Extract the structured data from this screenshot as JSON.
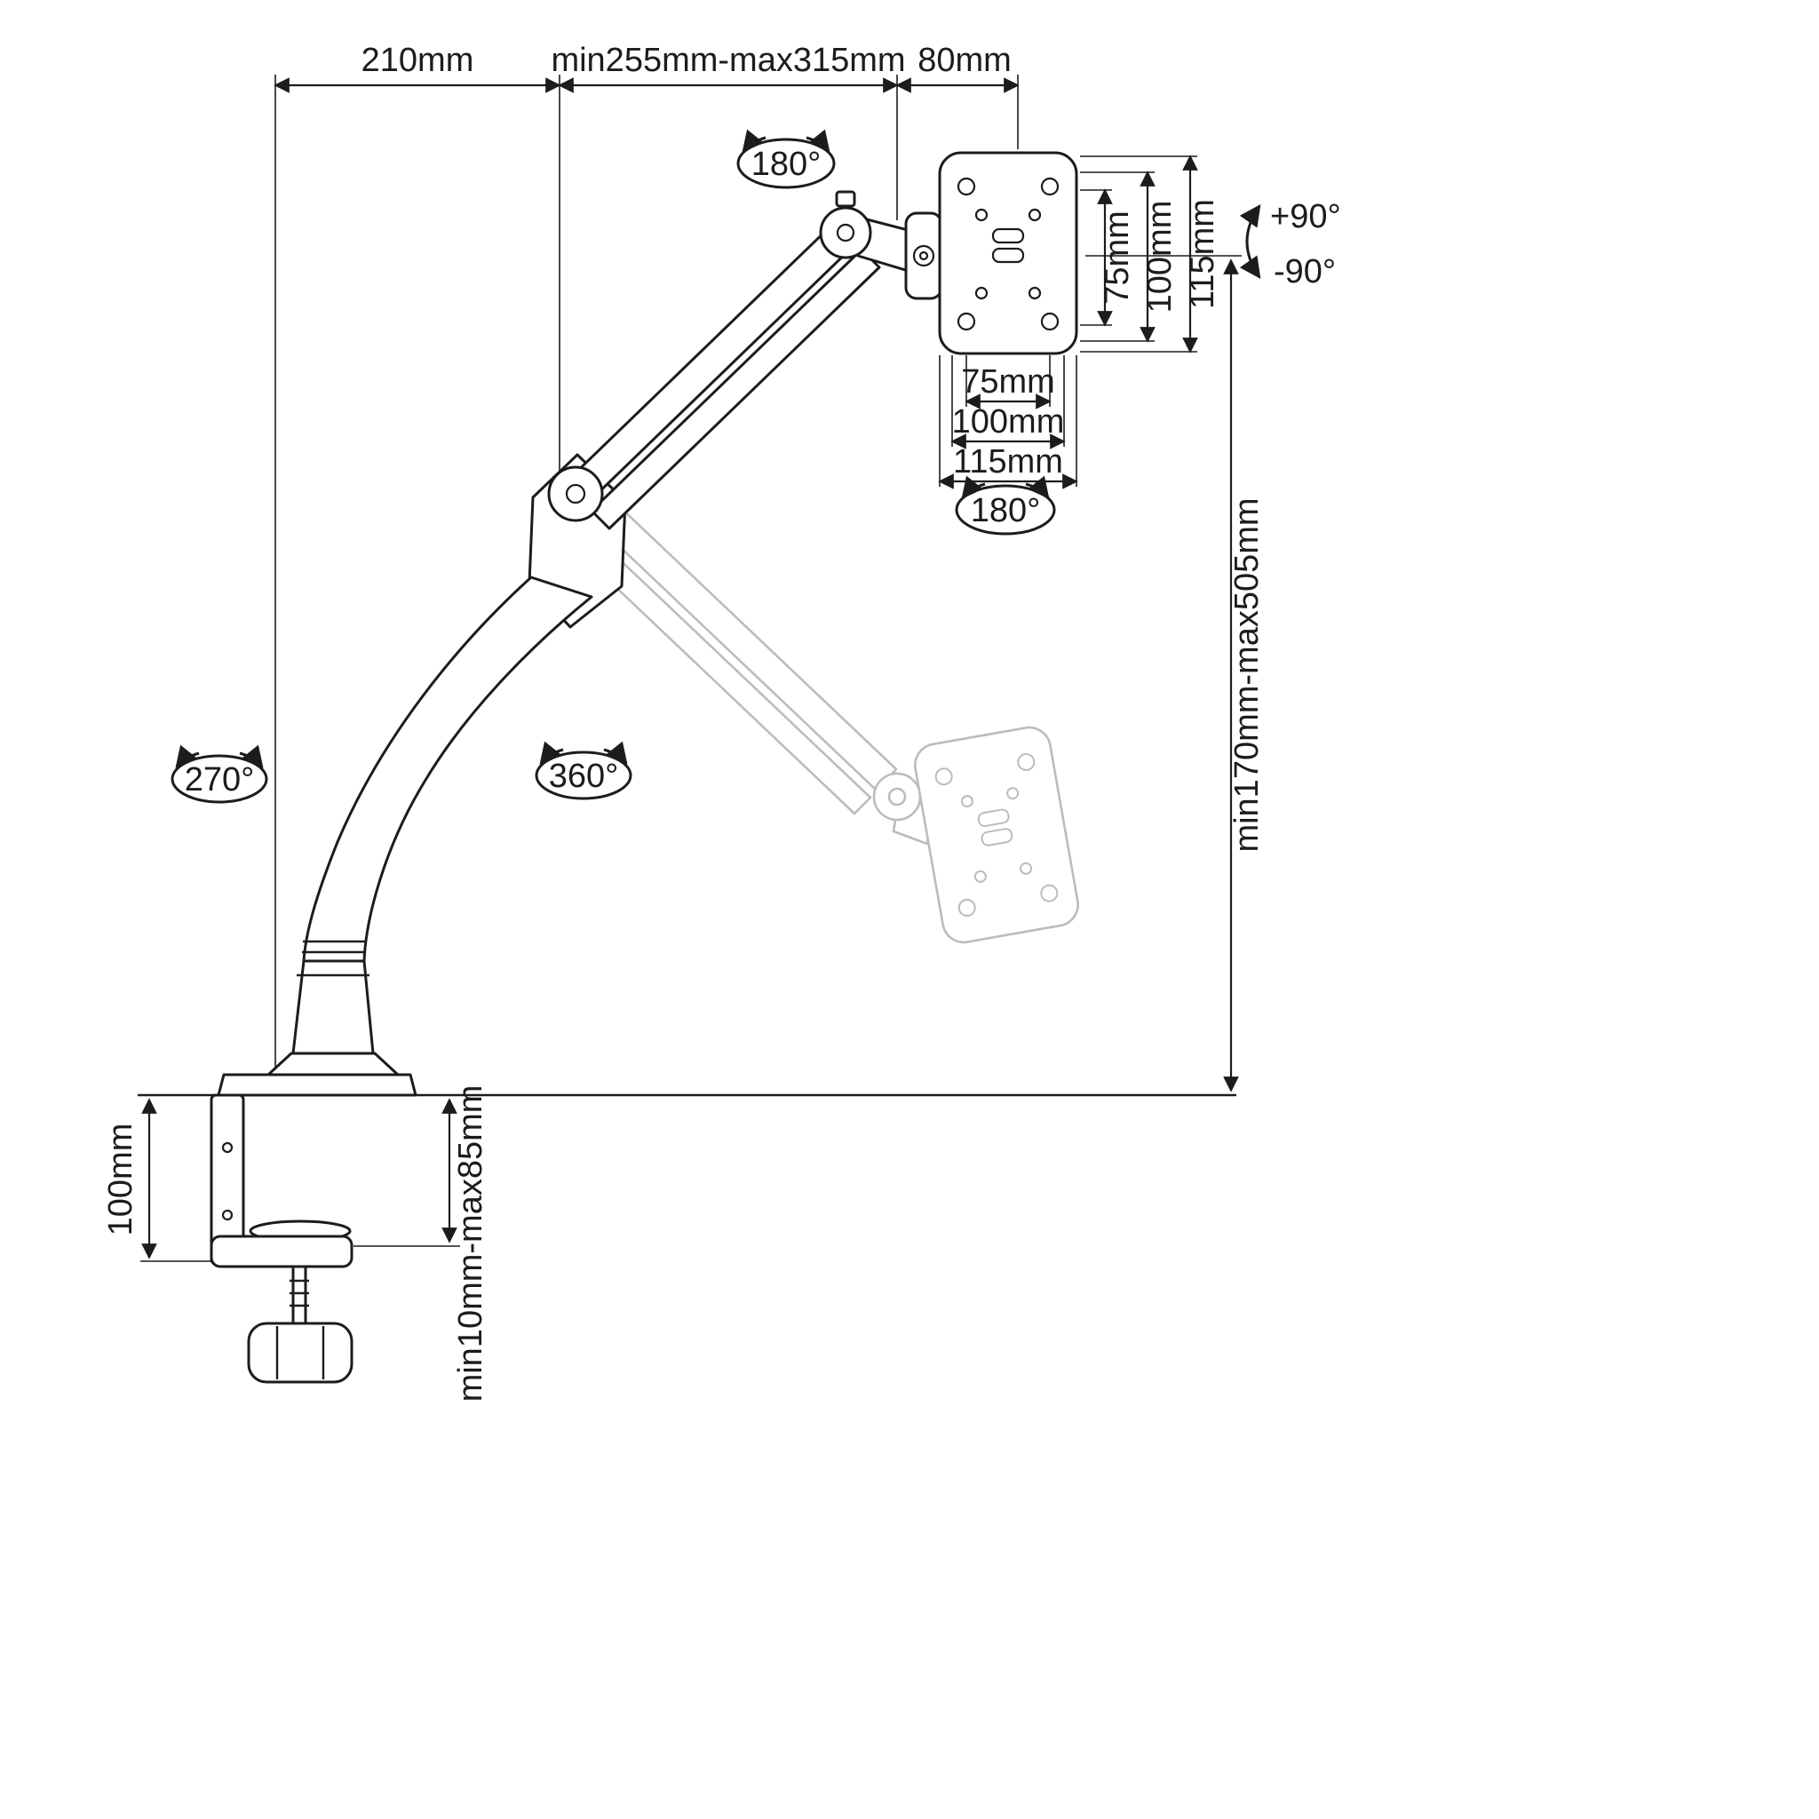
{
  "diagram": {
    "name": "gas-spring-monitor-desk-mount-dimensions",
    "dims": {
      "top_left": "210mm",
      "top_mid": "min255mm-max315mm",
      "top_right": "80mm",
      "vesa_v_75": "75mm",
      "vesa_v_100": "100mm",
      "vesa_v_115": "115mm",
      "vesa_h_75": "75mm",
      "vesa_h_100": "100mm",
      "vesa_h_115": "115mm",
      "height_range": "min170mm-max505mm",
      "clamp_height": "100mm",
      "desk_thickness": "min10mm-max85mm",
      "tilt_up": "+90°",
      "tilt_down": "-90°"
    },
    "rotations": {
      "head": "180°",
      "vesa": "180°",
      "base": "270°",
      "arm": "360°"
    },
    "colors": {
      "line": "#1c1c1c",
      "ghost": "#bcbcbc",
      "background": "#ffffff"
    }
  }
}
